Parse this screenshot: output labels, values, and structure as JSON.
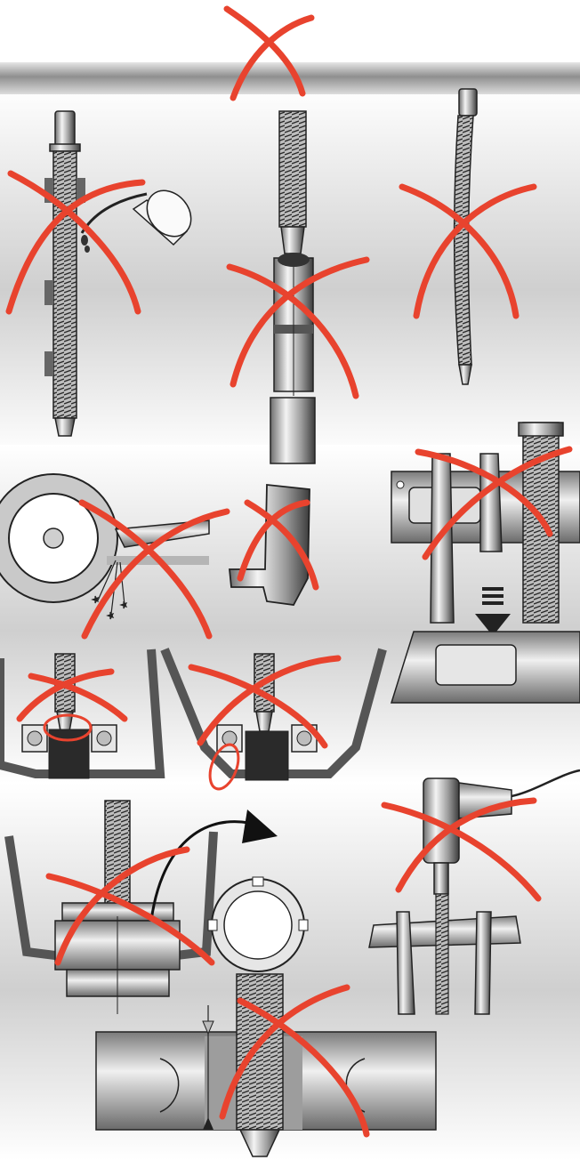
{
  "sheet": {
    "type": "illustrated-dont-do-list",
    "figure_count": 12,
    "prohibition_mark": "red-cross",
    "highlight_mark": "red-ellipse",
    "colors": {
      "prohibition_red": "#e8432e",
      "steel_light": "#e8e8e8",
      "steel_mid": "#a9a9a9",
      "steel_dark": "#3a3a3a",
      "background_gray": "#d9d9d9"
    }
  },
  "figures": [
    {
      "id": 1,
      "subject": "spindle-being-oiled",
      "icons": [
        "threaded-spindle-icon",
        "oil-can-icon",
        "oil-drop-icon"
      ],
      "crossed": true
    },
    {
      "id": 2,
      "subject": "spindle-struck-with-hammer-extension",
      "icons": [
        "threaded-spindle-icon",
        "hammer-sleeve-icon"
      ],
      "crossed": true
    },
    {
      "id": 3,
      "subject": "bent-spindle",
      "icons": [
        "bent-spindle-icon"
      ],
      "crossed": true
    },
    {
      "id": 4,
      "subject": "grinding-wheel-sparks",
      "icons": [
        "grinding-wheel-icon",
        "spark-icon"
      ],
      "crossed": true
    },
    {
      "id": 5,
      "subject": "ground-jaw-tip",
      "icons": [
        "jaw-tip-icon"
      ],
      "crossed": true
    },
    {
      "id": 6,
      "subject": "puller-jaws-hammered-into-crossbar",
      "icons": [
        "puller-crossbar-icon",
        "hammer-arrow-icon"
      ],
      "crossed": true
    },
    {
      "id": 7,
      "subject": "spindle-tip-off-centre",
      "icons": [
        "spindle-tip-icon",
        "shaft-icon",
        "bearing-icon"
      ],
      "crossed": true,
      "highlight": "spindle-tip"
    },
    {
      "id": 8,
      "subject": "jaw-gripping-bearing-ball",
      "icons": [
        "spindle-tip-icon",
        "shaft-icon",
        "bearing-icon"
      ],
      "crossed": true,
      "highlight": "jaw-tip"
    },
    {
      "id": 9,
      "subject": "pulling-against-lock-nut",
      "icons": [
        "bearing-assembly-icon",
        "lock-nut-icon",
        "curved-arrow-icon"
      ],
      "crossed": true
    },
    {
      "id": 10,
      "subject": "impact-wrench-on-puller",
      "icons": [
        "impact-wrench-icon",
        "three-jaw-puller-icon"
      ],
      "crossed": true
    },
    {
      "id": 11,
      "subject": "spindle-through-hub-bore",
      "icons": [
        "hub-section-icon",
        "threaded-spindle-icon",
        "dimension-arrow-icon"
      ],
      "crossed": true
    }
  ]
}
